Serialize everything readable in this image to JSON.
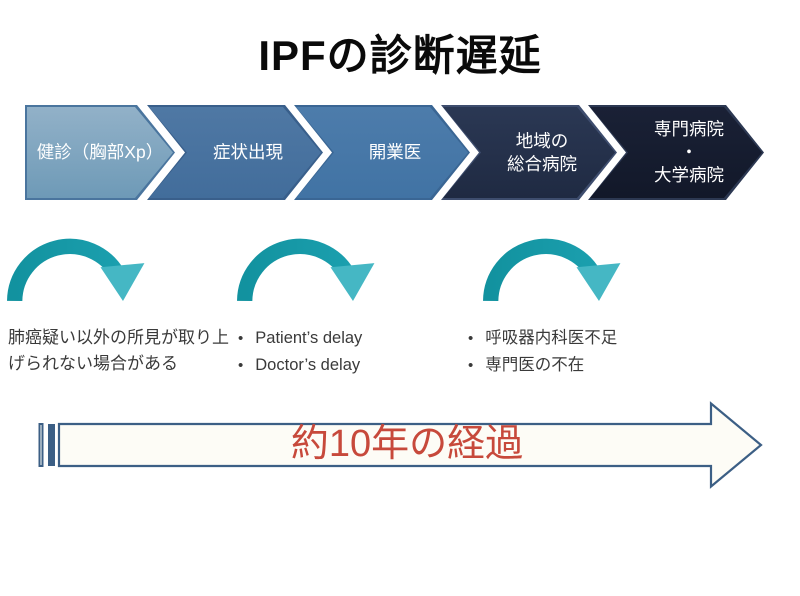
{
  "title": "IPFの診断遅延",
  "flow": {
    "stages": [
      {
        "label": "健診（胸部Xp）",
        "fill": "linear-gradient(180deg,#92b1c8,#6e9ab7)",
        "border_color": "#4a759e"
      },
      {
        "label": "症状出現",
        "fill": "linear-gradient(180deg,#4f78a4,#426d9b)",
        "border_color": "#395f8b"
      },
      {
        "label": "開業医",
        "fill": "linear-gradient(180deg,#4d7cab,#4173a4)",
        "border_color": "#3a6694"
      },
      {
        "label": "地域の\n総合病院",
        "fill": "linear-gradient(180deg,#2b3854,#1f2a42)",
        "border_color": "#3e4d6e"
      },
      {
        "label": "専門病院\n・\n大学病院",
        "fill": "linear-gradient(180deg,#1a2136,#121829)",
        "border_color": "#2c3852"
      }
    ]
  },
  "annotations": [
    {
      "text": "肺癌疑い以外の所見が取り上げられない場合がある"
    },
    {
      "items": [
        "Patient’s delay",
        "Doctor’s delay"
      ]
    },
    {
      "items": [
        "呼吸器内科医不足",
        "専門医の不在"
      ]
    }
  ],
  "timeline": {
    "label": "約10年の経過"
  },
  "colors": {
    "teal_dark": "#12929f",
    "teal_mid": "#1b9fae",
    "teal_light": "#45b7c4",
    "timeline_border": "#3c5f85",
    "timeline_fill": "#fdfcf6",
    "timeline_text": "#c7493b",
    "title_color": "#0a0a0a",
    "note_color": "#3a3a3a",
    "stage_text": "#ffffff"
  }
}
